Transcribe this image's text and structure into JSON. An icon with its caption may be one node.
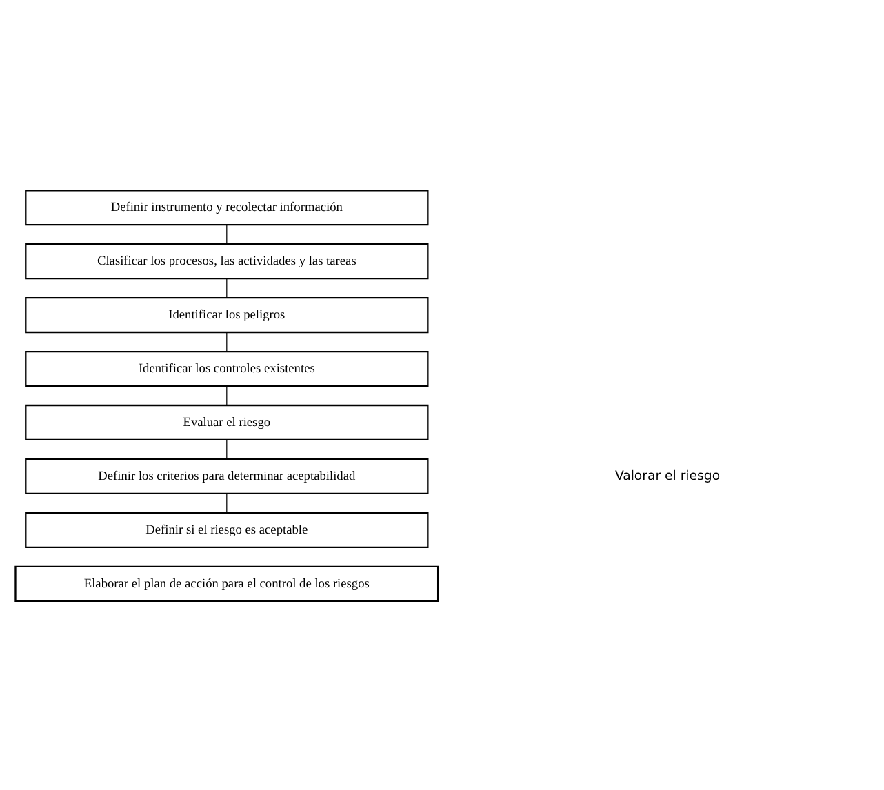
{
  "diagram": {
    "nodes": [
      {
        "text": [
          "Definir instrumento y recolectar información"
        ]
      },
      {
        "text": [
          "Clasificar los procesos, las actividades y las tareas"
        ]
      },
      {
        "text": [
          "Identificar los peligros"
        ]
      },
      {
        "text": [
          "Identificar los controles existentes"
        ]
      },
      {
        "text": [
          "Evaluar el riesgo"
        ]
      },
      {
        "text": [
          "Definir los criterios para determinar aceptabilidad"
        ]
      },
      {
        "text": [
          "Definir si el riesgo es aceptable"
        ]
      },
      {
        "text": [
          "Elaborar el plan de acción para el control de los riesgos"
        ]
      }
    ],
    "edges": [
      {
        "from": 0,
        "to": 1,
        "arrow": "none"
      },
      {
        "from": 1,
        "to": 2,
        "arrow": "none"
      },
      {
        "from": 2,
        "to": 3,
        "arrow": "none"
      },
      {
        "from": 3,
        "to": 4,
        "arrow": "none"
      },
      {
        "from": 4,
        "to": 5,
        "arrow": "none"
      },
      {
        "from": 5,
        "to": 6,
        "arrow": "none"
      }
    ],
    "labels": [
      "Valorar el riesgo"
    ]
  }
}
